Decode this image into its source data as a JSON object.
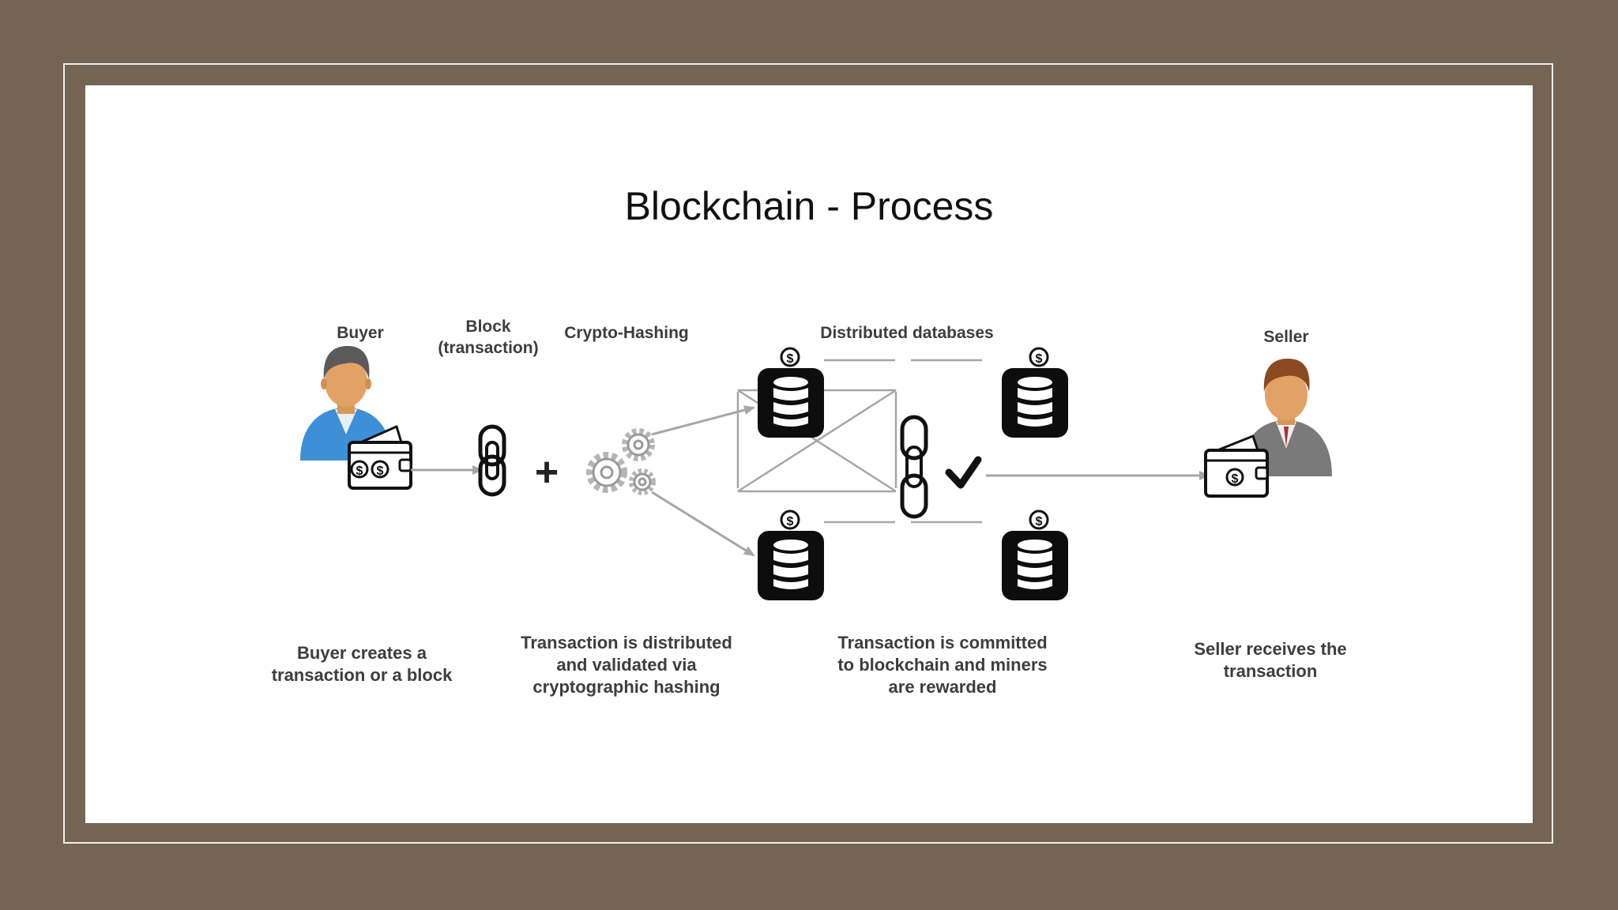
{
  "slide": {
    "title": "Blockchain - Process"
  },
  "labels": {
    "buyer": "Buyer",
    "block": "Block\n(transaction)",
    "crypto_hashing": "Crypto-Hashing",
    "distributed_databases": "Distributed databases",
    "seller": "Seller"
  },
  "descriptions": {
    "buyer": "Buyer creates a\ntransaction or a block",
    "distributed": "Transaction is distributed\nand validated via\ncryptographic hashing",
    "committed": "Transaction is committed\nto blockchain and miners\nare rewarded",
    "seller": "Seller receives the\ntransaction"
  },
  "symbols": {
    "plus": "+",
    "dollar": "$"
  },
  "colors": {
    "background": "#736454",
    "slide": "#ffffff",
    "connector": "#a6a6a6",
    "database": "#0d0d0d",
    "gear": "#9a9a9a",
    "label_text": "#3d3d3d"
  }
}
